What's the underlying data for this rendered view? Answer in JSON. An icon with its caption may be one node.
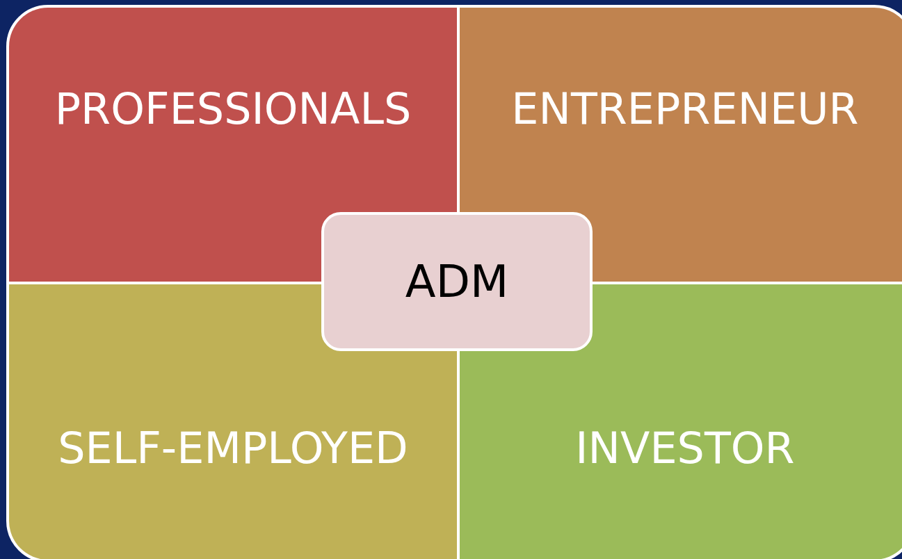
{
  "diagram": {
    "nodes": [
      {
        "text": [
          "PROFESSIONALS"
        ]
      },
      {
        "text": [
          "ENTREPRENEUR"
        ]
      },
      {
        "text": [
          "SELF-EMPLOYED"
        ]
      },
      {
        "text": [
          "INVESTOR"
        ]
      },
      {
        "text": [
          "ADM"
        ]
      }
    ]
  }
}
